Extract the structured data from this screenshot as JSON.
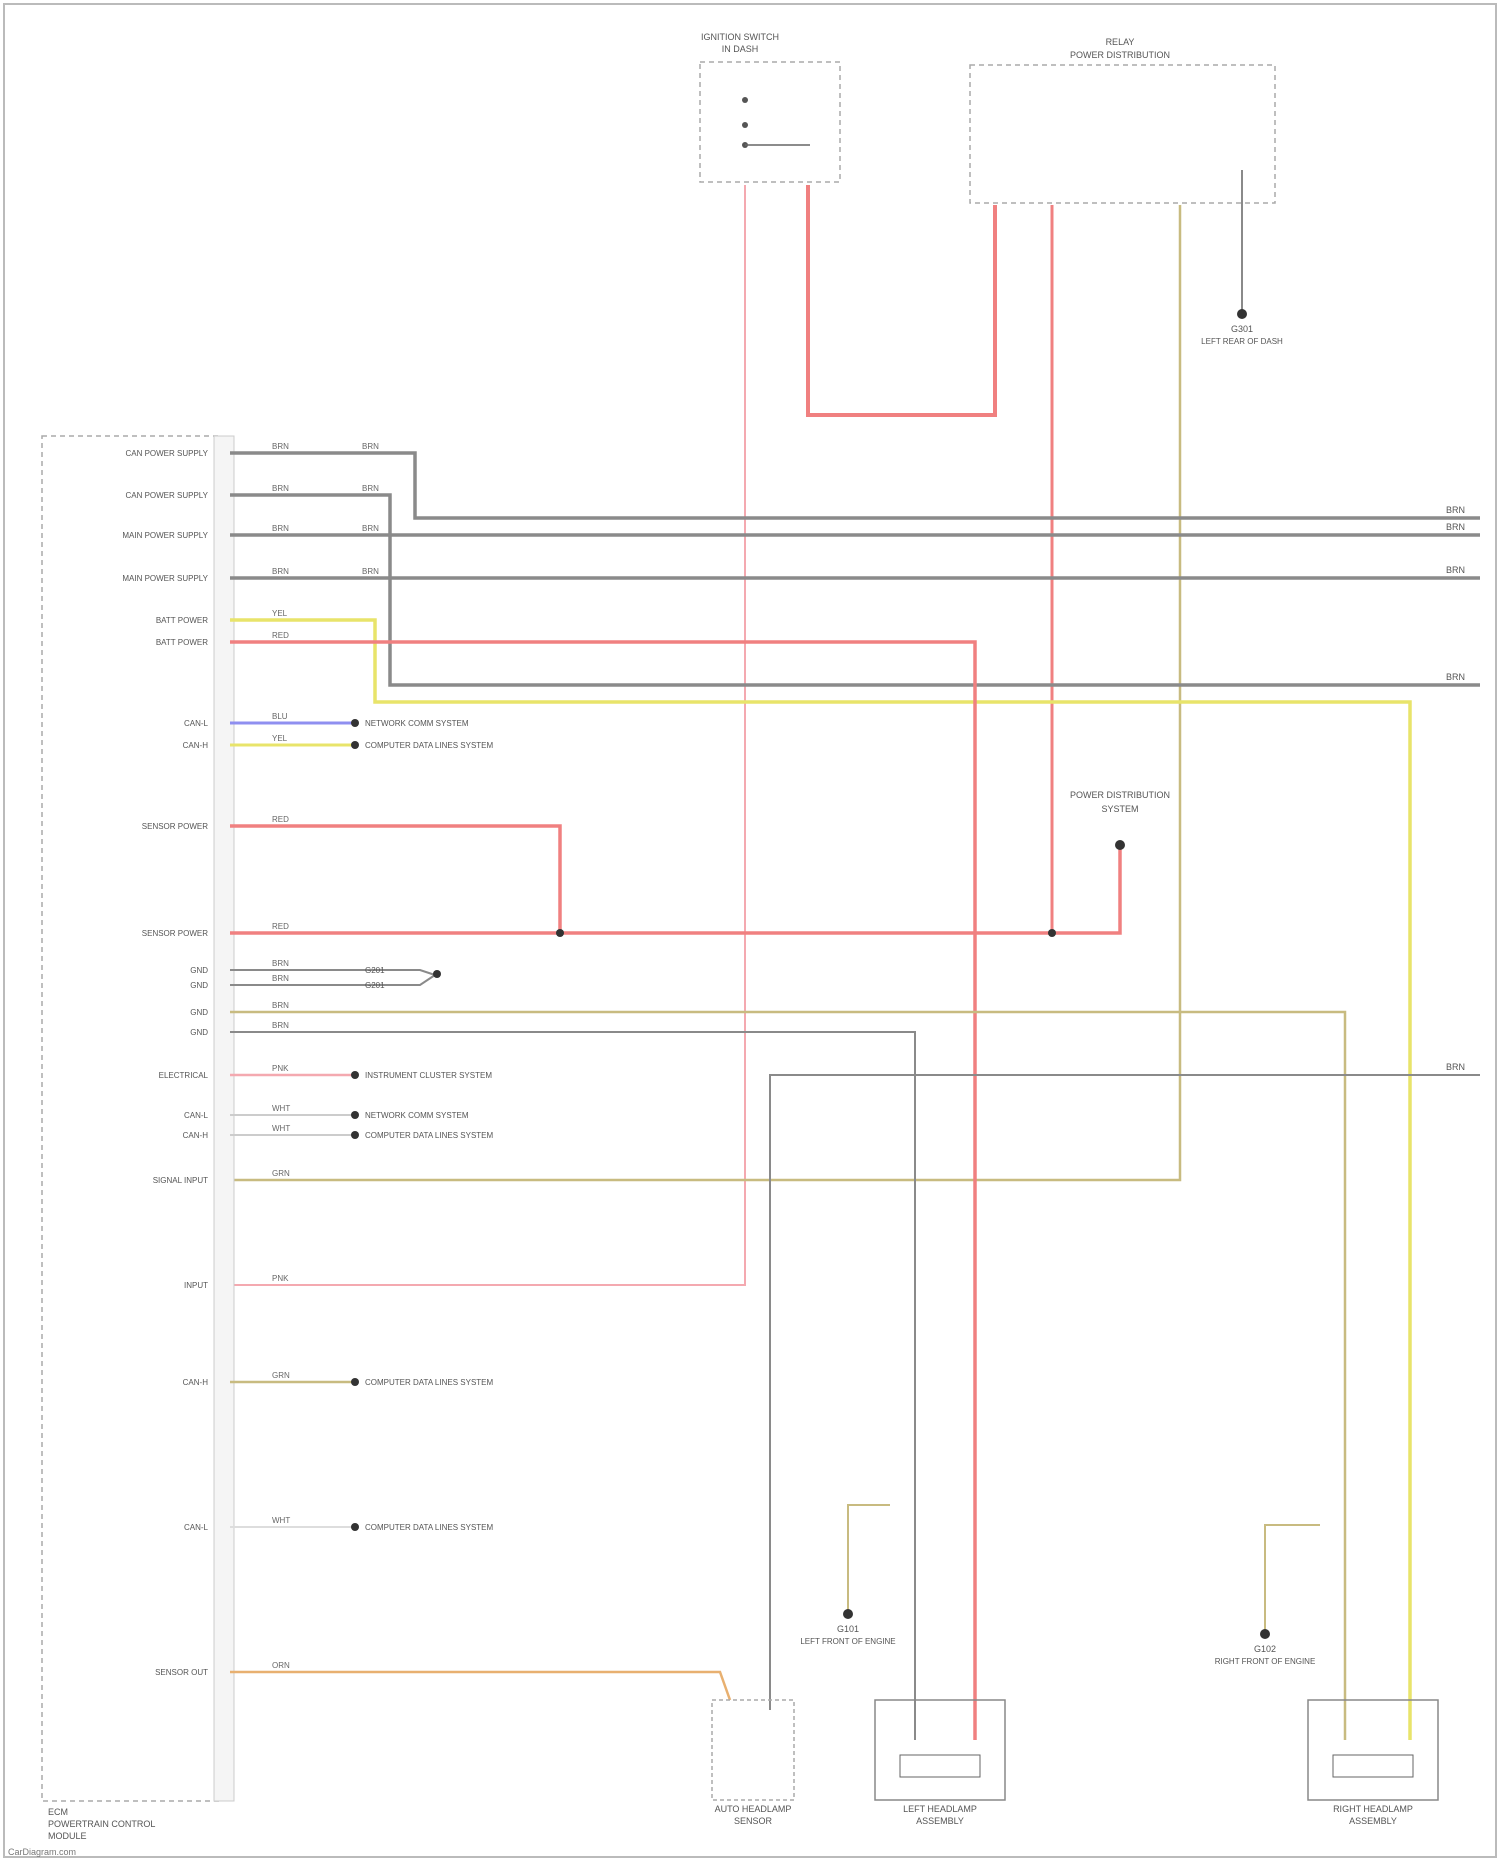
{
  "source_credit": "CarDiagram.com",
  "ecm_box_label": [
    "ECM",
    "POWERTRAIN CONTROL",
    "MODULE"
  ],
  "ecm_pins": [
    {
      "label": "CAN POWER SUPPLY",
      "wire": "BRN",
      "splice": "BRN"
    },
    {
      "label": "CAN POWER SUPPLY",
      "wire": "BRN",
      "splice": "BRN"
    },
    {
      "label": "MAIN POWER SUPPLY",
      "wire": "BRN",
      "splice": "BRN"
    },
    {
      "label": "MAIN POWER SUPPLY",
      "wire": "BRN",
      "splice": "BRN"
    },
    {
      "label": "BATT POWER",
      "wire": "YEL",
      "splice": ""
    },
    {
      "label": "BATT POWER",
      "wire": "RED",
      "splice": ""
    },
    {
      "label": "CAN-L",
      "wire": "BLU",
      "splice": "",
      "dest": "NETWORK COMM SYSTEM"
    },
    {
      "label": "CAN-H",
      "wire": "YEL",
      "splice": "",
      "dest": "COMPUTER DATA LINES SYSTEM"
    },
    {
      "label": "SENSOR POWER",
      "wire": "RED",
      "splice": ""
    },
    {
      "label": "SENSOR POWER",
      "wire": "RED",
      "splice": ""
    },
    {
      "label": "GND",
      "wire": "BRN",
      "splice": "",
      "dest": "G201"
    },
    {
      "label": "GND",
      "wire": "BRN",
      "splice": "",
      "dest": "G201"
    },
    {
      "label": "GND",
      "wire": "BRN",
      "splice": ""
    },
    {
      "label": "GND",
      "wire": "BRN",
      "splice": ""
    },
    {
      "label": "ELECTRICAL",
      "wire": "PNK",
      "splice": "",
      "dest": "INSTRUMENT CLUSTER SYSTEM"
    },
    {
      "label": "CAN-L",
      "wire": "WHT",
      "splice": "",
      "dest": "NETWORK COMM SYSTEM"
    },
    {
      "label": "CAN-H",
      "wire": "WHT",
      "splice": "",
      "dest": "COMPUTER DATA LINES SYSTEM"
    },
    {
      "label": "SIGNAL INPUT",
      "wire": "GRN",
      "splice": ""
    },
    {
      "label": "INPUT",
      "wire": "PNK",
      "splice": ""
    },
    {
      "label": "CAN-H",
      "wire": "GRN",
      "splice": "",
      "dest": "COMPUTER DATA LINES SYSTEM"
    },
    {
      "label": "CAN-L",
      "wire": "WHT",
      "splice": "",
      "dest": "COMPUTER DATA LINES SYSTEM"
    },
    {
      "label": "SENSOR OUT",
      "wire": "ORN",
      "splice": ""
    }
  ],
  "top_components": [
    {
      "name": "IGNITION SWITCH",
      "subtitle": "IN DASH"
    },
    {
      "name": "RELAY",
      "subtitle": "POWER DISTRIBUTION"
    }
  ],
  "right_edge_labels": [
    "BRN",
    "BRN",
    "BRN",
    "BRN",
    "BRN"
  ],
  "mid_components": [
    {
      "name": "POWER DISTRIBUTION",
      "subtitle": "SYSTEM"
    }
  ],
  "bottom_components": [
    {
      "name": "AUTO HEADLAMP",
      "subtitle": "SENSOR"
    },
    {
      "name": "LEFT HEADLAMP",
      "subtitle": "ASSEMBLY"
    },
    {
      "name": "RIGHT HEADLAMP",
      "subtitle": "ASSEMBLY"
    }
  ],
  "grounds": [
    {
      "label": "G301",
      "desc": "LEFT REAR OF DASH"
    },
    {
      "label": "G101",
      "desc": "LEFT FRONT OF ENGINE"
    },
    {
      "label": "G102",
      "desc": "RIGHT FRONT OF ENGINE"
    }
  ],
  "colors": {
    "red": "#f08080",
    "pink": "#f4a9b0",
    "yellow": "#e8e46a",
    "olive": "#c8bb80",
    "brown_gray": "#8a8a8a",
    "blue": "#8f8ff0",
    "orange": "#e8b070",
    "dashed_box": "#aaaaaa"
  }
}
